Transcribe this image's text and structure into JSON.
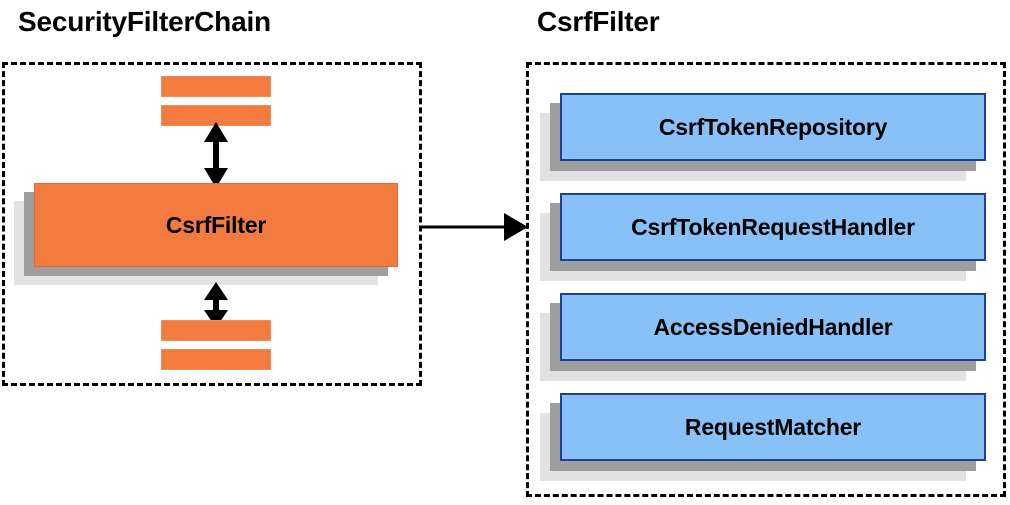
{
  "diagram": {
    "title_left": "SecurityFilterChain",
    "title_right": "CsrfFilter",
    "left_panel": {
      "main_node_label": "CsrfFilter",
      "filter_stubs_top": [
        "",
        ""
      ],
      "filter_stubs_bottom": [
        "",
        ""
      ],
      "arrow_up_name": "double-arrow-up",
      "arrow_down_name": "double-arrow-down"
    },
    "right_panel": {
      "components": [
        {
          "label": "CsrfTokenRepository"
        },
        {
          "label": "CsrfTokenRequestHandler"
        },
        {
          "label": "AccessDeniedHandler"
        },
        {
          "label": "RequestMatcher"
        }
      ]
    },
    "link_arrow_name": "arrow-right",
    "colors": {
      "orange_fill": "#f47b3f",
      "orange_border": "#e2673a",
      "blue_fill": "#87c1f7",
      "blue_border": "#1f3f9e",
      "shadow_near": "#9e9e9e",
      "shadow_far": "#e2e2e2",
      "panel_border": "#000000",
      "text": "#000000",
      "background": "#ffffff"
    }
  }
}
